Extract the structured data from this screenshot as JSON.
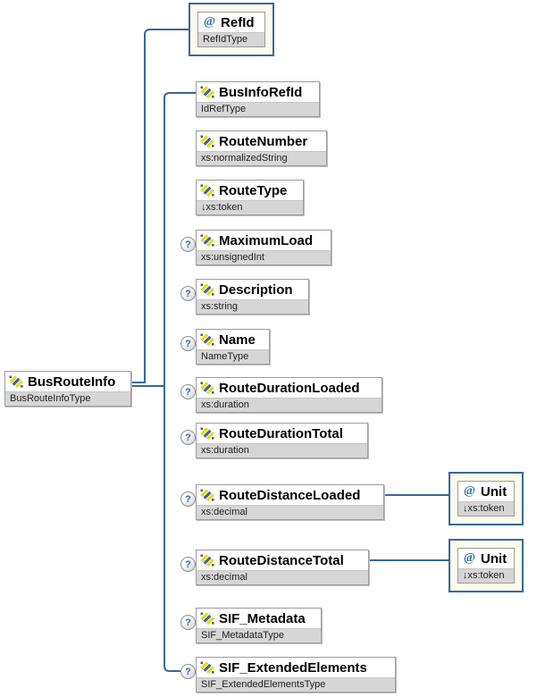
{
  "diagram": {
    "optional_glyph": "?",
    "root": {
      "name": "BusRouteInfo",
      "type": "BusRouteInfoType"
    },
    "root_attribute": {
      "at": "@",
      "name": "RefId",
      "type": "RefIdType"
    },
    "children": [
      {
        "name": "BusInfoRefId",
        "type": "IdRefType",
        "optional": false
      },
      {
        "name": "RouteNumber",
        "type": "xs:normalizedString",
        "optional": false
      },
      {
        "name": "RouteType",
        "type": "↓xs:token",
        "optional": false
      },
      {
        "name": "MaximumLoad",
        "type": "xs:unsignedInt",
        "optional": true
      },
      {
        "name": "Description",
        "type": "xs:string",
        "optional": true
      },
      {
        "name": "Name",
        "type": "NameType",
        "optional": true
      },
      {
        "name": "RouteDurationLoaded",
        "type": "xs:duration",
        "optional": true
      },
      {
        "name": "RouteDurationTotal",
        "type": "xs:duration",
        "optional": true
      },
      {
        "name": "RouteDistanceLoaded",
        "type": "xs:decimal",
        "optional": true,
        "attribute": {
          "at": "@",
          "name": "Unit",
          "type": "↓xs:token"
        }
      },
      {
        "name": "RouteDistanceTotal",
        "type": "xs:decimal",
        "optional": true,
        "attribute": {
          "at": "@",
          "name": "Unit",
          "type": "↓xs:token"
        }
      },
      {
        "name": "SIF_Metadata",
        "type": "SIF_MetadataType",
        "optional": true
      },
      {
        "name": "SIF_ExtendedElements",
        "type": "SIF_ExtendedElementsType",
        "optional": true
      }
    ],
    "colors": {
      "connector": "#36699C",
      "attr_box_bg": "#FDFBEC",
      "attr_box_border": "#36699C",
      "strip_bg": "#D6D6D6",
      "icon_yellow": "#EDD90F",
      "icon_blue": "#3B63A8"
    }
  }
}
